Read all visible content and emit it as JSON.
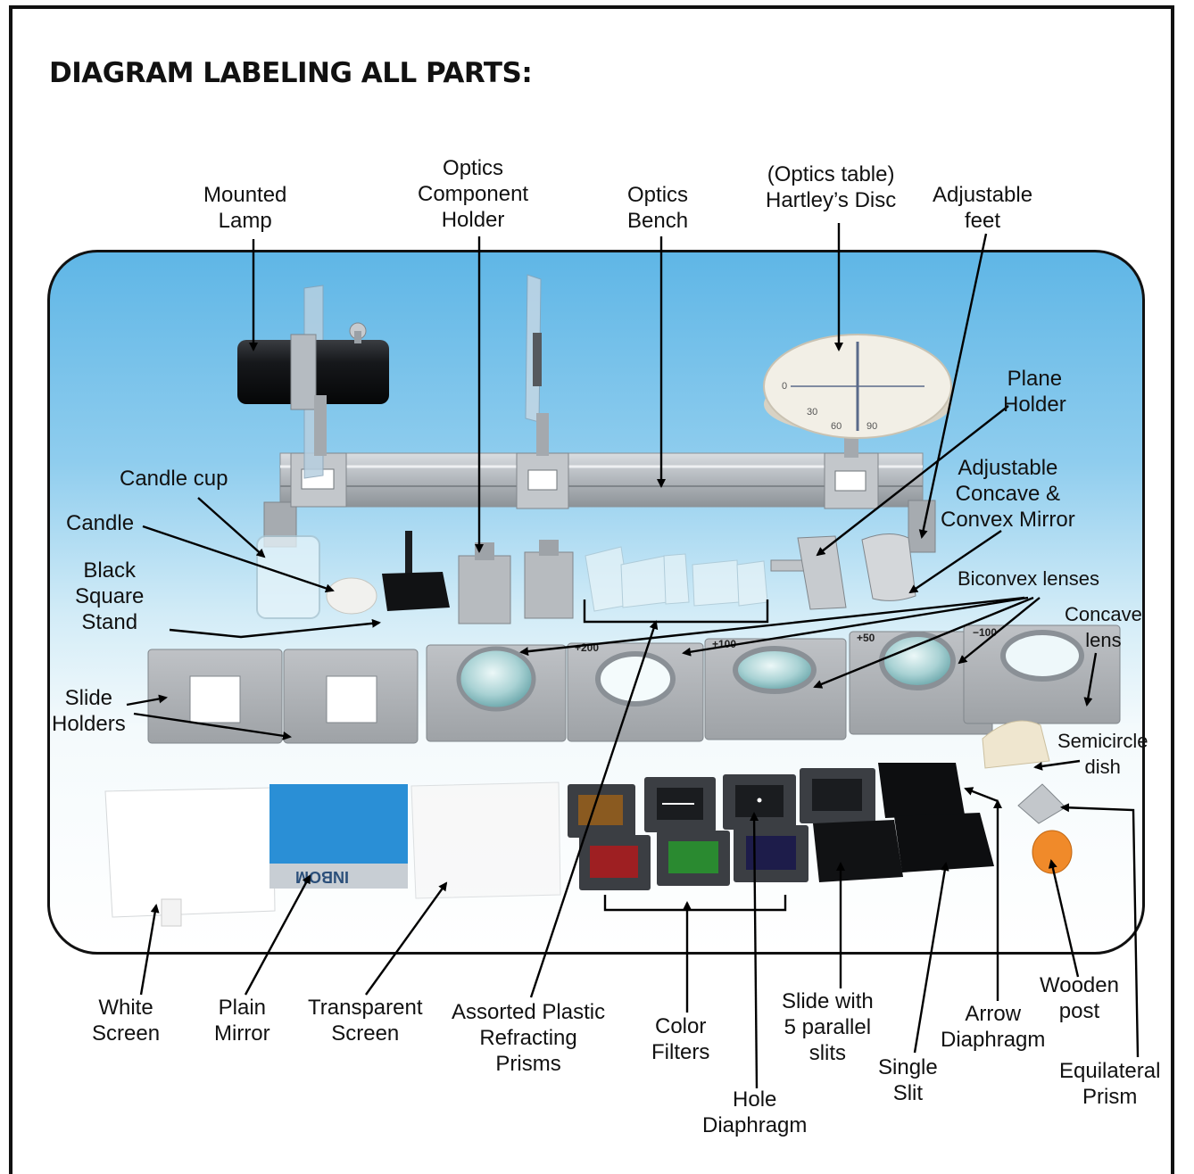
{
  "title": "DIAGRAM LABELING ALL PARTS:",
  "labels": {
    "mounted_lamp": "Mounted\nLamp",
    "component_holder": "Optics\nComponent\nHolder",
    "optics_bench": "Optics\nBench",
    "hartleys_disc": "(Optics table)\nHartley’s Disc",
    "adjustable_feet": "Adjustable\nfeet",
    "plane_holder": "Plane\nHolder",
    "concave_convex_mirror": "Adjustable\nConcave &\nConvex Mirror",
    "candle_cup": "Candle cup",
    "candle": "Candle",
    "black_square_stand": "Black\nSquare\nStand",
    "biconvex_lenses": "Biconvex lenses",
    "concave_lens": "Concave\nlens",
    "slide_holders": "Slide\nHolders",
    "semicircle_dish": "Semicircle\ndish",
    "white_screen": "White\nScreen",
    "plain_mirror": "Plain\nMirror",
    "transparent_screen": "Transparent\nScreen",
    "refracting_prisms": "Assorted Plastic\nRefracting\nPrisms",
    "color_filters": "Color\nFilters",
    "hole_diaphragm": "Hole\nDiaphragm",
    "parallel_slits": "Slide with\n5 parallel\nslits",
    "single_slit": "Single\nSlit",
    "arrow_diaphragm": "Arrow\nDiaphragm",
    "wooden_post": "Wooden\npost",
    "equilateral_prism": "Equilateral\nPrism"
  },
  "lens_powers": [
    "+200",
    "+100",
    "+50",
    "−100"
  ],
  "mirror_print": "INBOM",
  "disc_numbers": [
    "0",
    "30",
    "60",
    "90"
  ],
  "colors": {
    "sky_top": "#5fb6e6",
    "bench": "#b4b9bf",
    "slide_gray": "#aeb1b5",
    "mirror_blue": "#2a8fd6",
    "wooden_post": "#f08a2a"
  }
}
